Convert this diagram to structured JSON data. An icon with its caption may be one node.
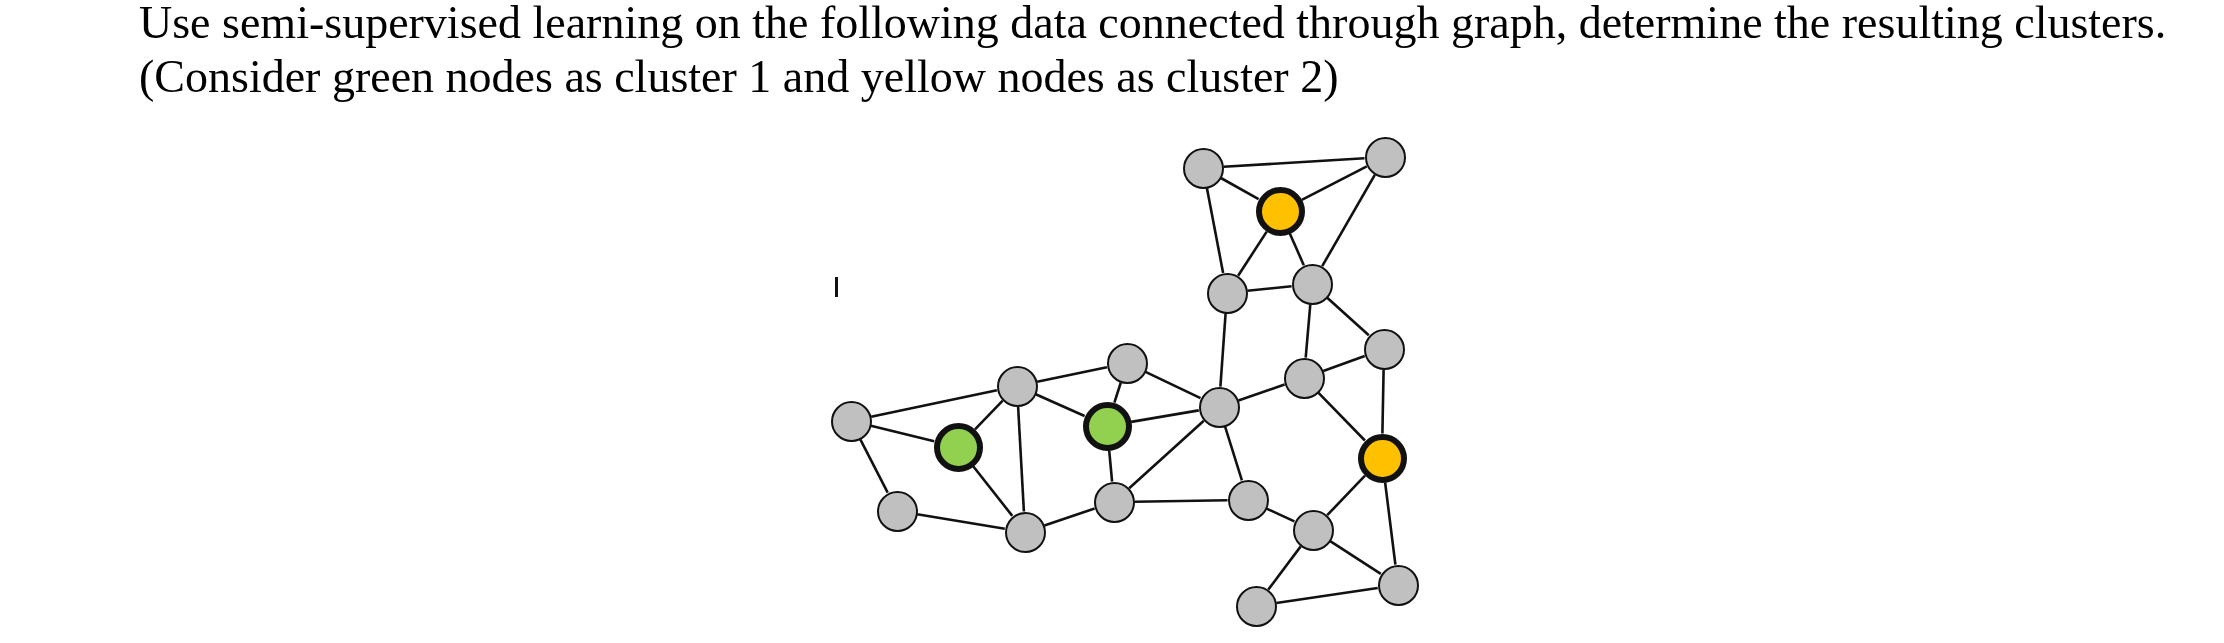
{
  "diagram": {
    "title": "Use semi-supervised learning on the following data connected through graph, determine the resulting clusters.",
    "nodes": [
      {
        "text": [],
        "shape": "circle"
      },
      {
        "text": [],
        "shape": "circle"
      },
      {
        "text": [],
        "shape": "circle"
      },
      {
        "text": [],
        "shape": "circle"
      },
      {
        "text": [],
        "shape": "circle"
      },
      {
        "text": [],
        "shape": "circle"
      },
      {
        "text": [],
        "shape": "circle"
      },
      {
        "text": [],
        "shape": "circle"
      },
      {
        "text": [],
        "shape": "circle"
      },
      {
        "text": [],
        "shape": "circle"
      },
      {
        "text": [],
        "shape": "circle"
      },
      {
        "text": [],
        "shape": "circle"
      },
      {
        "text": [],
        "shape": "circle"
      },
      {
        "text": [],
        "shape": "circle"
      },
      {
        "text": [],
        "shape": "circle"
      },
      {
        "text": [],
        "shape": "circle"
      },
      {
        "text": [],
        "shape": "circle"
      },
      {
        "text": [],
        "shape": "circle"
      },
      {
        "text": [],
        "shape": "circle"
      },
      {
        "text": [],
        "shape": "circle"
      },
      {
        "text": [],
        "shape": "circle"
      }
    ],
    "edges": [
      {
        "from": 0,
        "to": 1,
        "arrow": "none"
      },
      {
        "from": 0,
        "to": 2,
        "arrow": "none"
      },
      {
        "from": 2,
        "to": 1,
        "arrow": "none"
      },
      {
        "from": 0,
        "to": 3,
        "arrow": "none"
      },
      {
        "from": 2,
        "to": 3,
        "arrow": "none"
      },
      {
        "from": 2,
        "to": 4,
        "arrow": "none"
      },
      {
        "from": 1,
        "to": 4,
        "arrow": "none"
      },
      {
        "from": 3,
        "to": 4,
        "arrow": "none"
      },
      {
        "from": 3,
        "to": 9,
        "arrow": "none"
      },
      {
        "from": 4,
        "to": 7,
        "arrow": "none"
      },
      {
        "from": 4,
        "to": 5,
        "arrow": "none"
      },
      {
        "from": 7,
        "to": 5,
        "arrow": "none"
      },
      {
        "from": 8,
        "to": 6,
        "arrow": "none"
      },
      {
        "from": 6,
        "to": 9,
        "arrow": "none"
      },
      {
        "from": 9,
        "to": 7,
        "arrow": "none"
      },
      {
        "from": 10,
        "to": 8,
        "arrow": "none"
      },
      {
        "from": 10,
        "to": 12,
        "arrow": "none"
      },
      {
        "from": 10,
        "to": 16,
        "arrow": "none"
      },
      {
        "from": 8,
        "to": 12,
        "arrow": "none"
      },
      {
        "from": 8,
        "to": 11,
        "arrow": "none"
      },
      {
        "from": 8,
        "to": 18,
        "arrow": "none"
      },
      {
        "from": 6,
        "to": 11,
        "arrow": "none"
      },
      {
        "from": 11,
        "to": 9,
        "arrow": "none"
      },
      {
        "from": 11,
        "to": 15,
        "arrow": "none"
      },
      {
        "from": 12,
        "to": 18,
        "arrow": "none"
      },
      {
        "from": 16,
        "to": 18,
        "arrow": "none"
      },
      {
        "from": 18,
        "to": 15,
        "arrow": "none"
      },
      {
        "from": 15,
        "to": 9,
        "arrow": "none"
      },
      {
        "from": 15,
        "to": 14,
        "arrow": "none"
      },
      {
        "from": 9,
        "to": 14,
        "arrow": "none"
      },
      {
        "from": 7,
        "to": 13,
        "arrow": "none"
      },
      {
        "from": 5,
        "to": 13,
        "arrow": "none"
      },
      {
        "from": 14,
        "to": 17,
        "arrow": "none"
      },
      {
        "from": 13,
        "to": 17,
        "arrow": "none"
      },
      {
        "from": 13,
        "to": 19,
        "arrow": "none"
      },
      {
        "from": 17,
        "to": 19,
        "arrow": "none"
      },
      {
        "from": 17,
        "to": 20,
        "arrow": "none"
      },
      {
        "from": 20,
        "to": 19,
        "arrow": "none"
      }
    ],
    "labels": [
      "(Consider green nodes as cluster 1 and yellow nodes as cluster 2)"
    ]
  }
}
